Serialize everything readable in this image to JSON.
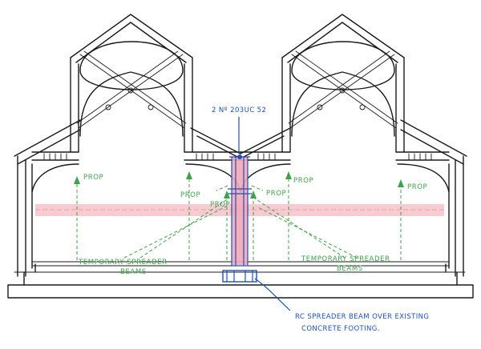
{
  "diagram": {
    "labels": {
      "prop": "PROP",
      "column_note": "2 Nº 203UC 52",
      "beams_left_1": "TEMPORARY  SPREADER",
      "beams_left_2": "BEAMS",
      "beams_right_1": "TEMPORARY  SPREADER",
      "beams_right_2": "BEAMS",
      "rc_note_1": "RC  SPREADER  BEAM  OVER  EXISTING",
      "rc_note_2": "CONCRETE  FOOTING."
    },
    "colors": {
      "ink": "#1a1a1a",
      "prop_green": "#3fa14a",
      "column_blue": "#1f4fb8",
      "band_pink": "#f4b9c3",
      "column_fill": "#f2a9b6"
    }
  }
}
